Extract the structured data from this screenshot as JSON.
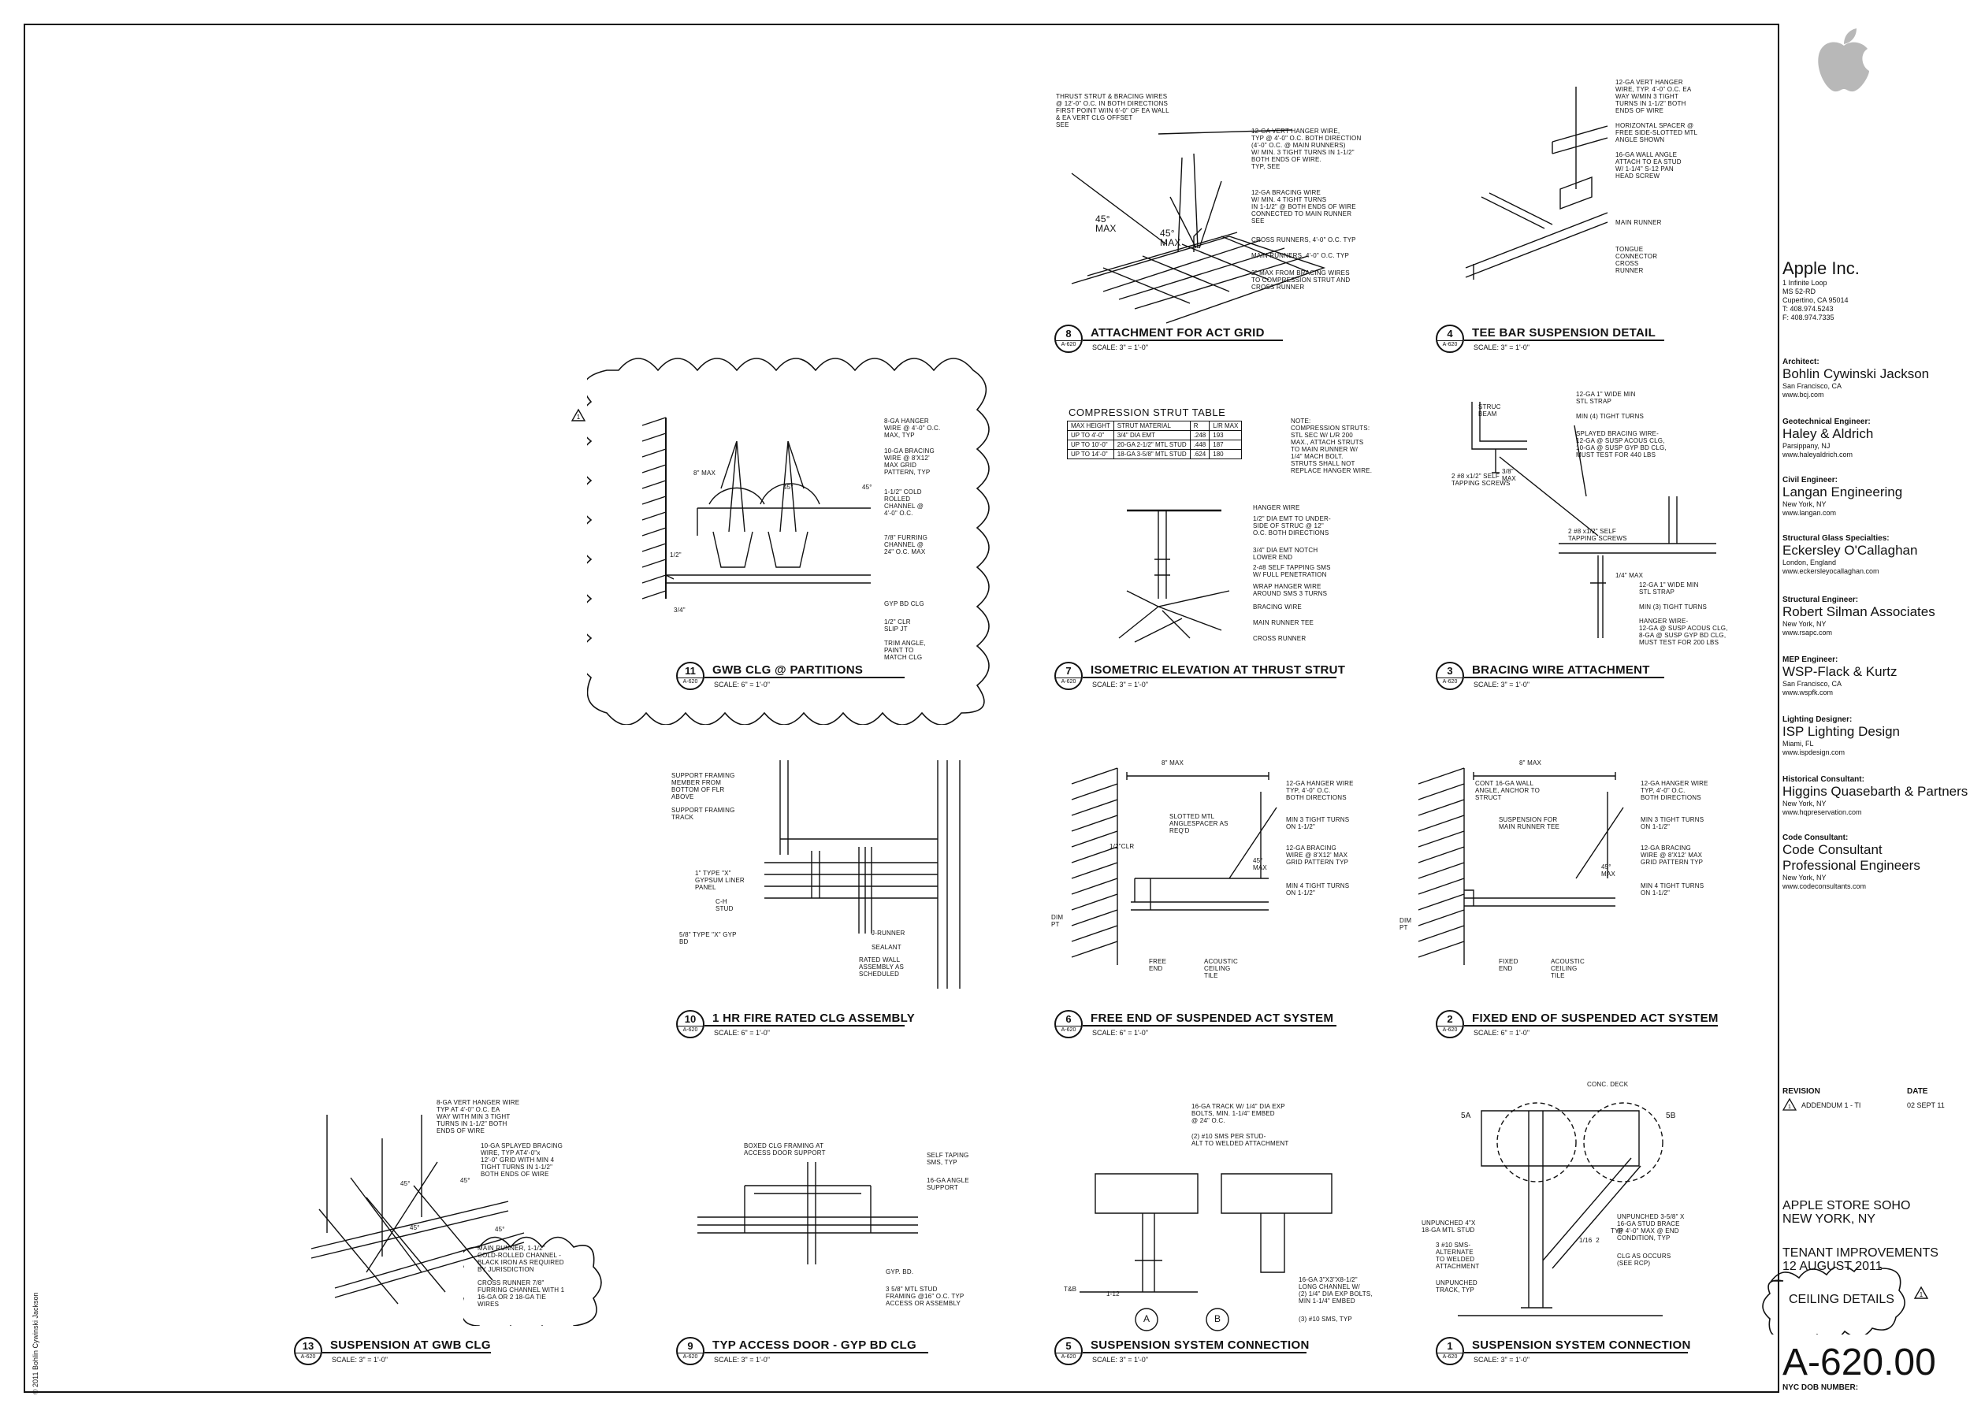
{
  "copyright": "© 2011 Bohlin Cywinski Jackson",
  "titleblock": {
    "client": "Apple Inc.",
    "client_address": [
      "1 Infinite Loop",
      "MS 52-RD",
      "Cupertino, CA 95014",
      "T: 408.974.5243",
      "F: 408.974.7335"
    ],
    "consultants": [
      {
        "role": "Architect:",
        "name": "Bohlin Cywinski Jackson",
        "lines": [
          "San Francisco, CA",
          "www.bcj.com"
        ]
      },
      {
        "role": "Geotechnical Engineer:",
        "name": "Haley & Aldrich",
        "lines": [
          "Parsippany, NJ",
          "www.haleyaldrich.com"
        ]
      },
      {
        "role": "Civil Engineer:",
        "name": "Langan Engineering",
        "lines": [
          "New York, NY",
          "www.langan.com"
        ]
      },
      {
        "role": "Structural Glass Specialties:",
        "name": "Eckersley O'Callaghan",
        "lines": [
          "London, England",
          "www.eckersleyocallaghan.com"
        ]
      },
      {
        "role": "Structural Engineer:",
        "name": "Robert Silman Associates",
        "lines": [
          "New York, NY",
          "www.rsapc.com"
        ]
      },
      {
        "role": "MEP Engineer:",
        "name": "WSP-Flack & Kurtz",
        "lines": [
          "San Francisco, CA",
          "www.wspfk.com"
        ]
      },
      {
        "role": "Lighting Designer:",
        "name": "ISP Lighting Design",
        "lines": [
          "Miami, FL",
          "www.ispdesign.com"
        ]
      },
      {
        "role": "Historical Consultant:",
        "name": "Higgins Quasebarth & Partners",
        "lines": [
          "New York, NY",
          "www.hqpreservation.com"
        ]
      },
      {
        "role": "Code Consultant:",
        "name": "Code Consultant Professional Engineers",
        "lines": [
          "New York, NY",
          "www.codeconsultants.com"
        ]
      }
    ],
    "revision_header": "REVISION",
    "date_header": "DATE",
    "revision_item": "ADDENDUM 1 - TI",
    "revision_date": "02 SEPT 11",
    "project": "APPLE STORE SOHO\nNEW YORK, NY",
    "phase": "TENANT IMPROVEMENTS\n12 AUGUST 2011",
    "sheet_title": "CEILING DETAILS",
    "sheet_number": "A-620.00",
    "dob_label": "NYC DOB NUMBER:"
  },
  "details": [
    {
      "num": "8",
      "sheet": "A-620",
      "title": "ATTACHMENT FOR ACT GRID",
      "scale": "SCALE: 3\" = 1'-0\""
    },
    {
      "num": "4",
      "sheet": "A-620",
      "title": "TEE BAR SUSPENSION DETAIL",
      "scale": "SCALE: 3\" = 1'-0\""
    },
    {
      "num": "11",
      "sheet": "A-620",
      "title": "GWB CLG @ PARTITIONS",
      "scale": "SCALE: 6\" = 1'-0\""
    },
    {
      "num": "7",
      "sheet": "A-620",
      "title": "ISOMETRIC ELEVATION AT THRUST STRUT",
      "scale": "SCALE: 3\" = 1'-0\""
    },
    {
      "num": "3",
      "sheet": "A-620",
      "title": "BRACING WIRE ATTACHMENT",
      "scale": "SCALE: 3\" = 1'-0\""
    },
    {
      "num": "10",
      "sheet": "A-620",
      "title": "1 HR FIRE RATED CLG ASSEMBLY",
      "scale": "SCALE: 6\" = 1'-0\""
    },
    {
      "num": "6",
      "sheet": "A-620",
      "title": "FREE END OF SUSPENDED ACT SYSTEM",
      "scale": "SCALE: 6\" = 1'-0\""
    },
    {
      "num": "2",
      "sheet": "A-620",
      "title": "FIXED END OF SUSPENDED ACT SYSTEM",
      "scale": "SCALE: 6\" = 1'-0\""
    },
    {
      "num": "13",
      "sheet": "A-620",
      "title": "SUSPENSION AT GWB CLG",
      "scale": "SCALE: 3\" = 1'-0\""
    },
    {
      "num": "9",
      "sheet": "A-620",
      "title": "TYP ACCESS DOOR - GYP BD CLG",
      "scale": "SCALE: 3\" = 1'-0\""
    },
    {
      "num": "5",
      "sheet": "A-620",
      "title": "SUSPENSION SYSTEM CONNECTION",
      "scale": "SCALE: 3\" = 1'-0\""
    },
    {
      "num": "1",
      "sheet": "A-620",
      "title": "SUSPENSION SYSTEM CONNECTION",
      "scale": "SCALE: 3\" = 1'-0\""
    }
  ],
  "notes": {
    "d8": [
      "THRUST STRUT & BRACING WIRES\n@ 12'-0\" O.C. IN BOTH DIRECTIONS\nFIRST POINT W/IN 6'-0\" OF EA WALL\n& EA VERT CLG OFFSET\nSEE",
      "12-GA VERT HANGER WIRE,\nTYP @ 4'-0\" O.C. BOTH DIRECTION\n(4'-0\" O.C. @ MAIN RUNNERS)\nW/ MIN. 3 TIGHT TURNS IN 1-1/2\"\nBOTH ENDS OF WIRE.\nTYP, SEE",
      "12-GA BRACING WIRE\nW/ MIN. 4 TIGHT TURNS\nIN 1-1/2\" @ BOTH ENDS OF WIRE\nCONNECTED TO MAIN RUNNER\nSEE",
      "CROSS RUNNERS, 4'-0\" O.C. TYP",
      "MAIN RUNNERS, 4'-0\" O.C. TYP",
      "2\" MAX FROM BRACING WIRES\nTO COMPRESSION STRUT AND\nCROSS RUNNER",
      "45°\nMAX",
      "45°\nMAX"
    ],
    "d4": [
      "12-GA VERT HANGER\nWIRE, TYP. 4'-0\" O.C. EA\nWAY W/MIN 3 TIGHT\nTURNS IN 1-1/2\" BOTH\nENDS OF WIRE",
      "HORIZONTAL SPACER @\nFREE SIDE-SLOTTED MTL\nANGLE SHOWN",
      "16-GA WALL ANGLE\nATTACH TO EA STUD\nW/ 1-1/4\" S-12 PAN\nHEAD SCREW",
      "MAIN RUNNER",
      "TONGUE\nCONNECTOR",
      "CROSS\nRUNNER"
    ],
    "d11": [
      "8-GA HANGER\nWIRE @ 4'-0\" O.C.\nMAX, TYP",
      "10-GA BRACING\nWIRE @ 8'X12'\nMAX GRID\nPATTERN, TYP",
      "1-1/2\" COLD\nROLLED\nCHANNEL @\n4'-0\" O.C.",
      "7/8\" FURRING\nCHANNEL @\n24\" O.C. MAX",
      "GYP BD CLG",
      "1/2\" CLR\nSLIP JT",
      "TRIM ANGLE,\nPAINT TO\nMATCH CLG",
      "8\" MAX",
      "45°",
      "45°",
      "1/2\"",
      "3/4\""
    ],
    "d7": [
      "HANGER WIRE",
      "1/2\" DIA EMT TO UNDER-\nSIDE OF STRUC @ 12\"\nO.C. BOTH DIRECTIONS",
      "3/4\" DIA EMT NOTCH\nLOWER END",
      "2-#8 SELF TAPPING SMS\nW/ FULL PENETRATION",
      "WRAP HANGER WIRE\nAROUND SMS 3 TURNS",
      "BRACING WIRE",
      "MAIN RUNNER TEE",
      "CROSS RUNNER"
    ],
    "strut_table": {
      "title": "COMPRESSION STRUT TABLE",
      "header": [
        "MAX HEIGHT",
        "STRUT MATERIAL",
        "R",
        "L/R MAX"
      ],
      "rows": [
        [
          "UP TO 4'-0\"",
          "3/4\" DIA EMT",
          ".248",
          "193"
        ],
        [
          "UP TO 10'-0\"",
          "20-GA 2-1/2\" MTL STUD",
          ".448",
          "187"
        ],
        [
          "UP TO 14'-0\"",
          "18-GA 3-5/8\" MTL STUD",
          ".624",
          "180"
        ]
      ],
      "note": "NOTE:\nCOMPRESSION STRUTS:\nSTL SEC W/ L/R 200\nMAX., ATTACH STRUTS\nTO MAIN RUNNER W/\n1/4\" MACH BOLT.\nSTRUTS SHALL NOT\nREPLACE HANGER WIRE."
    },
    "d3": [
      "STRUC\nBEAM",
      "12-GA 1\" WIDE MIN\nSTL STRAP",
      "MIN (4) TIGHT TURNS",
      "SPLAYED BRACING WIRE-\n12-GA @ SUSP ACOUS CLG,\n10-GA @ SUSP GYP BD CLG,\nMUST TEST FOR 440 LBS",
      "2 #8 x1/2\" SELF\nTAPPING SCREWS",
      "2 #8 x1/2\" SELF\nTAPPING SCREWS",
      "1/4\" MAX",
      "12-GA 1\" WIDE MIN\nSTL STRAP",
      "MIN (3) TIGHT TURNS",
      "HANGER WIRE-\n12-GA @ SUSP ACOUS CLG,\n8-GA @ SUSP GYP BD CLG,\nMUST TEST FOR 200 LBS",
      "3/8\"\nMAX"
    ],
    "d10": [
      "SUPPORT FRAMING\nMEMBER FROM\nBOTTOM OF FLR\nABOVE",
      "SUPPORT FRAMING\nTRACK",
      "1\" TYPE \"X\"\nGYPSUM LINER\nPANEL",
      "C-H\nSTUD",
      "5/8\" TYPE \"X\" GYP\nBD",
      "J-RUNNER",
      "SEALANT",
      "RATED WALL\nASSEMBLY AS\nSCHEDULED"
    ],
    "d6": [
      "8\" MAX",
      "SLOTTED MTL\nANGLESPACER AS\nREQ'D",
      "12-GA HANGER WIRE\nTYP, 4'-0\" O.C.\nBOTH DIRECTIONS",
      "MIN 3 TIGHT TURNS\nON 1-1/2\"",
      "12-GA BRACING\nWIRE @ 8'X12' MAX\nGRID PATTERN TYP",
      "MIN 4 TIGHT TURNS\nON 1-1/2\"",
      "FREE\nEND",
      "ACOUSTIC\nCEILING\nTILE",
      "DIM\nPT",
      "1/2\"CLR",
      "45°\nMAX"
    ],
    "d2": [
      "8\" MAX",
      "CONT 16-GA WALL\nANGLE, ANCHOR TO\nSTRUCT",
      "SUSPENSION FOR\nMAIN RUNNER TEE",
      "12-GA HANGER WIRE\nTYP, 4'-0\" O.C.\nBOTH DIRECTIONS",
      "MIN 3 TIGHT TURNS\nON 1-1/2\"",
      "12-GA BRACING\nWIRE @ 8'X12' MAX\nGRID PATTERN TYP",
      "MIN 4 TIGHT TURNS\nON 1-1/2\"",
      "FIXED\nEND",
      "ACOUSTIC\nCEILING\nTILE",
      "DIM\nPT",
      "45°\nMAX"
    ],
    "d13": [
      "8-GA VERT HANGER WIRE\nTYP AT 4'-0\" O.C. EA\nWAY WITH MIN 3 TIGHT\nTURNS IN 1-1/2\" BOTH\nENDS OF WIRE",
      "10-GA SPLAYED BRACING\nWIRE, TYP AT4'-0\"x\n12'-0\" GRID WITH MIN 4\nTIGHT TURNS IN 1-1/2\"\nBOTH ENDS OF WIRE",
      "MAIN RUNNER, 1-1/2\"\nCOLD-ROLLED CHANNEL -\nBLACK IRON AS REQUIRED\nBY JURISDICTION",
      "CROSS RUNNER 7/8\"\nFURRING CHANNEL WITH 1\n16-GA OR 2 18-GA TIE\nWIRES",
      "45°",
      "45°",
      "45°",
      "45°"
    ],
    "d9": [
      "BOXED CLG FRAMING AT\nACCESS DOOR SUPPORT",
      "SELF TAPING\nSMS, TYP",
      "16-GA ANGLE\nSUPPORT",
      "GYP. BD.",
      "3 5/8\" MTL STUD\nFRAMING @16\" O.C. TYP\nACCESS OR ASSEMBLY"
    ],
    "d5": [
      "16-GA TRACK W/ 1/4\" DIA EXP\nBOLTS, MIN. 1-1/4\" EMBED\n@ 24\" O.C.",
      "(2) #10 SMS PER STUD-\nALT TO WELDED ATTACHMENT",
      "16-GA 3\"X3\"X8-1/2\"\nLONG CHANNEL W/\n(2) 1/4\" DIA EXP BOLTS,\nMIN 1-1/4\" EMBED",
      "(3) #10 SMS, TYP",
      "T&B",
      "1-12",
      "A",
      "B"
    ],
    "d1": [
      "CONC. DECK",
      "UNPUNCHED 4\"X\n18-GA MTL STUD",
      "3 #10 SMS-\nALTERNATE\nTO WELDED\nATTACHMENT",
      "UNPUNCHED\nTRACK, TYP",
      "UNPUNCHED 3-5/8\" X\n16-GA STUD BRACE\n@ 4'-0\" MAX @ END\nCONDITION, TYP",
      "CLG AS OCCURS\n(SEE RCP)",
      "5A",
      "5B",
      "TYP",
      "1/16  2"
    ]
  }
}
